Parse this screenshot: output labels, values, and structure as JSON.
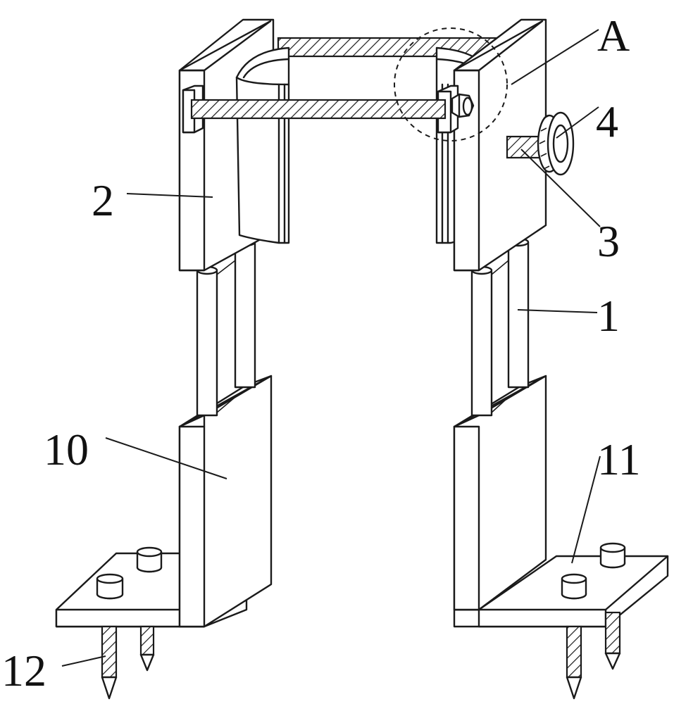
{
  "labels": {
    "l1": "1",
    "l2": "2",
    "l3": "3",
    "l4": "4",
    "lA": "A",
    "l10": "10",
    "l11": "11",
    "l12": "12"
  }
}
